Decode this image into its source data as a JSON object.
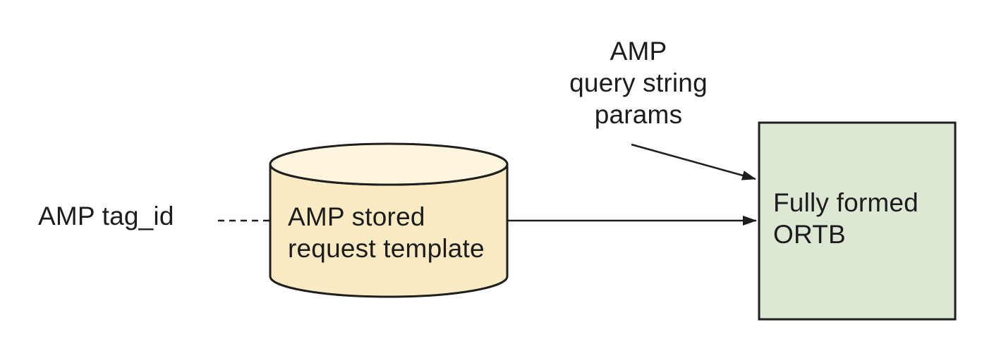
{
  "diagram": {
    "labels": {
      "tag_id": "AMP tag_id",
      "stored_request": "AMP stored\nrequest template",
      "query_params": "AMP\nquery string\nparams",
      "ortb": "Fully formed\nORTB"
    },
    "colors": {
      "cylinder_body": "#FBEBC4",
      "cylinder_top": "#FDF5DE",
      "ortb_box": "#DCE8D4",
      "stroke": "#1E1E1E",
      "text": "#1C1C1C",
      "background": "#FFFFFF"
    },
    "edges": [
      {
        "from": "tag_id",
        "to": "stored_request",
        "style": "dashed",
        "arrowhead": false
      },
      {
        "from": "stored_request",
        "to": "ortb",
        "style": "solid",
        "arrowhead": true
      },
      {
        "from": "query_params",
        "to": "ortb",
        "style": "solid",
        "arrowhead": true
      }
    ]
  }
}
